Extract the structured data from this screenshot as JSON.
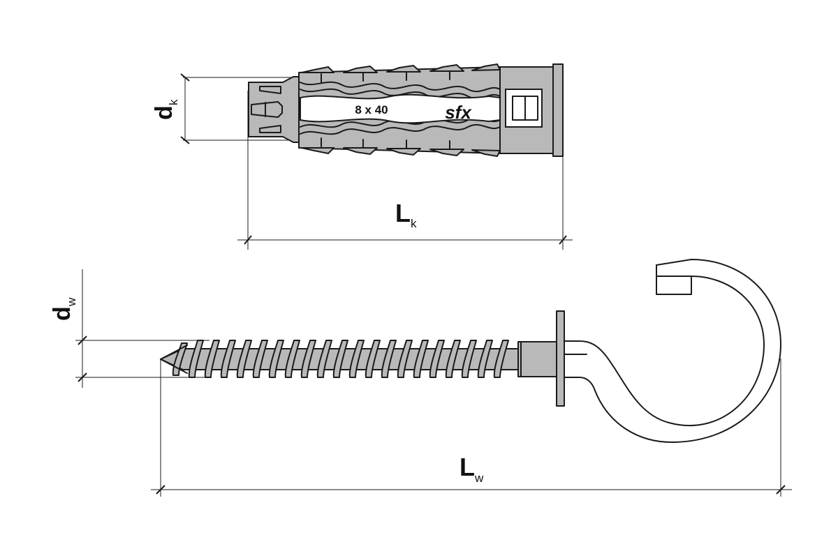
{
  "anchor": {
    "size_marking": "8 x 40",
    "brand": "sfx"
  },
  "dimensions": {
    "anchor_diameter": {
      "main": "d",
      "sub": "k"
    },
    "anchor_length": {
      "main": "L",
      "sub": "k"
    },
    "hook_diameter": {
      "main": "d",
      "sub": "w"
    },
    "hook_length": {
      "main": "L",
      "sub": "w"
    }
  },
  "colors": {
    "line": "#1a1a1a",
    "part_fill": "#b9b9b9",
    "background": "#ffffff"
  }
}
